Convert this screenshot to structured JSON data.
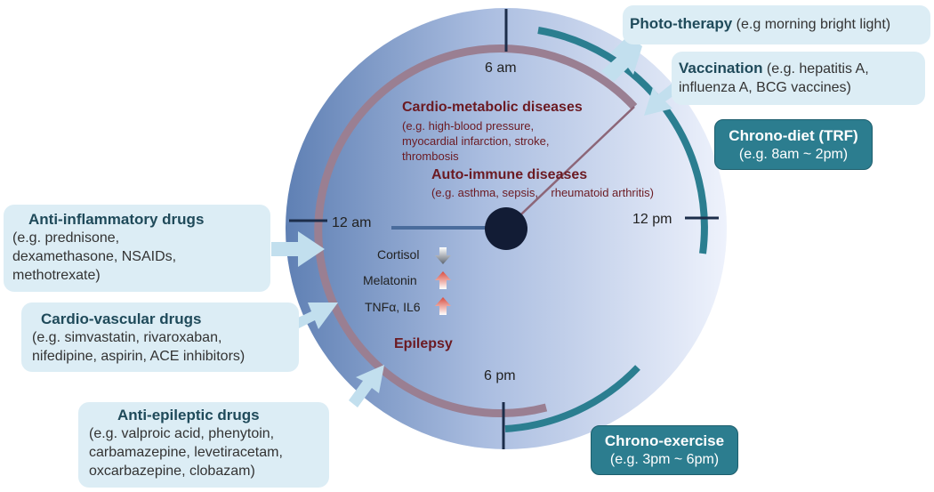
{
  "clock": {
    "time_6am": "6 am",
    "time_12pm": "12 pm",
    "time_6pm": "6 pm",
    "time_12am": "12 am"
  },
  "diseases": {
    "cardio_title": "Cardio-metabolic diseases",
    "cardio_sub": [
      "(e.g. high-blood pressure,",
      "myocardial infarction, stroke,",
      "thrombosis"
    ],
    "auto_title": "Auto-immune diseases",
    "auto_sub": "(e.g. asthma, sepsis,    rheumatoid arthritis)",
    "epilepsy": "Epilepsy"
  },
  "markers": [
    {
      "label": "Cortisol",
      "direction": "down"
    },
    {
      "label": "Melatonin",
      "direction": "up"
    },
    {
      "label": "TNFα, IL6",
      "direction": "up"
    }
  ],
  "interventions": {
    "phototherapy": {
      "title": "Photo-therapy",
      "detail": " (e.g morning bright light)"
    },
    "vaccination": {
      "title": "Vaccination",
      "detail_1": " (e.g. hepatitis A,",
      "detail_2": "influenza A, BCG vaccines)"
    },
    "chrono_diet": {
      "title": "Chrono-diet (TRF)",
      "detail": "(e.g. 8am ~ 2pm)"
    },
    "chrono_exercise": {
      "title": "Chrono-exercise",
      "detail": "(e.g. 3pm ~ 6pm)"
    }
  },
  "drugs": {
    "anti_inflammatory": {
      "title": "Anti-inflammatory drugs",
      "lines": [
        "(e.g. prednisone,",
        "dexamethasone, NSAIDs,",
        "methotrexate)"
      ]
    },
    "cardio_vascular": {
      "title": "Cardio-vascular drugs",
      "lines": [
        "(e.g. simvastatin, rivaroxaban,",
        "nifedipine, aspirin, ACE inhibitors)"
      ]
    },
    "anti_epileptic": {
      "title": "Anti-epileptic drugs",
      "lines": [
        "(e.g. valproic acid, phenytoin,",
        "carbamazepine, levetiracetam,",
        "oxcarbazepine, clobazam)"
      ]
    }
  },
  "colors": {
    "clock_dark": "#6e8fbf",
    "clock_light": "#e8eefb",
    "inner_ring": "#9a7f92",
    "teal_arc": "#2b7e90",
    "box_light": "#dcedf5",
    "disease_text": "#6b1a22"
  }
}
